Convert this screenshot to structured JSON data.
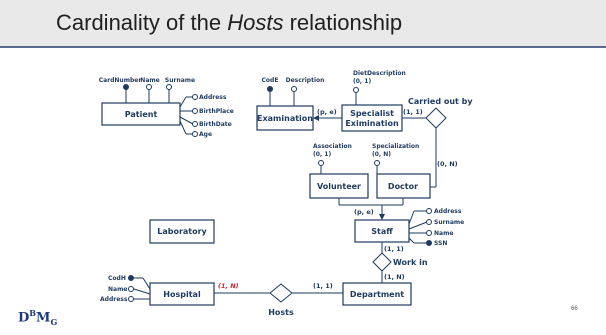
{
  "slide": {
    "title_prefix": "Cardinality of the ",
    "title_italic": "Hosts",
    "title_suffix": " relationship",
    "page_number": "66",
    "logo_text": "DBMG"
  },
  "entities": {
    "patient": "Patient",
    "examination": "Examination",
    "specialist_examination": "Specialist Eximination",
    "specialist_examination_line1": "Specialist",
    "specialist_examination_line2": "Eximination",
    "volunteer": "Volunteer",
    "doctor": "Doctor",
    "staff": "Staff",
    "laboratory": "Laboratory",
    "hospital": "Hospital",
    "department": "Department"
  },
  "relationships": {
    "carried_out_by": "Carried out by",
    "work_in": "Work in",
    "hosts": "Hosts"
  },
  "attributes": {
    "patient_top": [
      "CardNumber",
      "Name",
      "Surname"
    ],
    "patient_right": [
      "Address",
      "BirthPlace",
      "BirthDate",
      "Age"
    ],
    "examination_top": [
      "CodE",
      "Description"
    ],
    "specialist_diet": "DietDescription",
    "specialist_diet_card": "(0, 1)",
    "volunteer_association": "Association",
    "volunteer_association_card": "(0, 1)",
    "doctor_specialization": "Specialization",
    "doctor_specialization_card": "(0, N)",
    "staff_right": [
      "Address",
      "Surname",
      "Name",
      "SSN"
    ],
    "hospital_left": [
      "CodH",
      "Name",
      "Address"
    ]
  },
  "cardinalities": {
    "examination_generalization": "(p, e)",
    "specialist_carried_out": "(1, 1)",
    "doctor_carried_out": "(0, N)",
    "staff_generalization": "(p, e)",
    "staff_work_in": "(1, 1)",
    "department_work_in": "(1, N)",
    "hospital_hosts": "(1, N)",
    "department_hosts": "(1, 1)"
  },
  "colors": {
    "diagram": "#1e3a5f",
    "highlight": "#d4232b",
    "title_bar": "#e9e9e9",
    "title_rule": "#5b6d8c"
  }
}
